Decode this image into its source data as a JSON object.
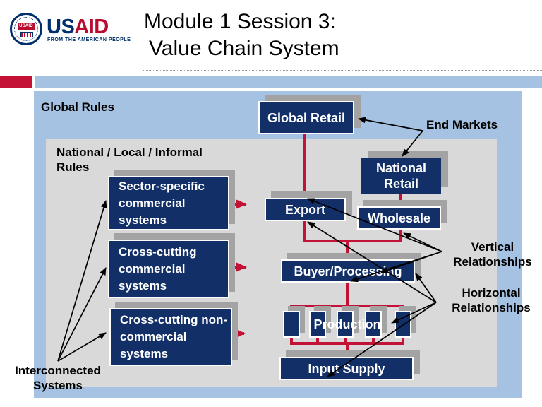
{
  "slide": {
    "title_line1": "Module 1 Session 3:",
    "title_line2": "Value Chain System"
  },
  "logo": {
    "seal_label": "USAID",
    "wordmark_us": "US",
    "wordmark_aid": "AID",
    "tagline": "FROM THE AMERICAN PEOPLE"
  },
  "diagram": {
    "zones": {
      "global_rules": "Global Rules",
      "national_rules": "National / Local / Informal Rules"
    },
    "annotations": {
      "end_markets": "End Markets",
      "vertical_relationships": "Vertical Relationships",
      "horizontal_relationships": "Horizontal Relationships",
      "interconnected_systems": "Interconnected Systems"
    },
    "boxes": {
      "global_retail": "Global Retail",
      "national_retail": "National Retail",
      "export": "Export",
      "wholesale": "Wholesale",
      "buyer_processing": "Buyer/Processing",
      "production": "Production",
      "input_supply": "Input Supply",
      "sector_specific_commercial": "Sector-specific commercial systems",
      "cross_cutting_commercial": "Cross-cutting commercial systems",
      "cross_cutting_non_commercial": "Cross-cutting non-commercial systems"
    },
    "colors": {
      "navy_box": "#122f68",
      "red_connector": "#c41236",
      "panel_blue": "#a5c2e2",
      "panel_gray": "#d9d9d9",
      "shadow_gray": "#a3a3a3",
      "usaid_navy": "#002f6c",
      "usaid_red": "#ba0c2f"
    }
  }
}
